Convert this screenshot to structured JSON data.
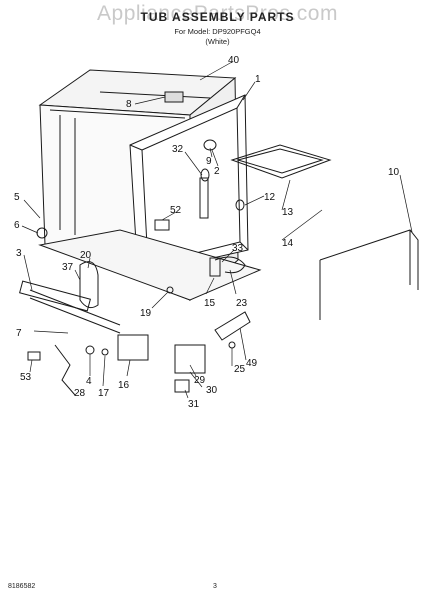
{
  "header": {
    "watermark": "AppliancePartsPros.com",
    "title": "TUB ASSEMBLY PARTS",
    "model_line": "For Model: DP920PFGQ4",
    "color_line": "(White)"
  },
  "footer": {
    "doc_number": "8186582",
    "page_number": "3"
  },
  "callouts": [
    "40",
    "1",
    "8",
    "32",
    "9",
    "2",
    "5",
    "52",
    "6",
    "3",
    "20",
    "37",
    "33",
    "13",
    "12",
    "10",
    "14",
    "23",
    "15",
    "7",
    "19",
    "53",
    "4",
    "28",
    "17",
    "16",
    "25",
    "49",
    "29",
    "30",
    "31"
  ],
  "colors": {
    "line": "#1a1a1a",
    "text": "#111111",
    "watermark": "#c9c9c9",
    "background": "#ffffff"
  }
}
